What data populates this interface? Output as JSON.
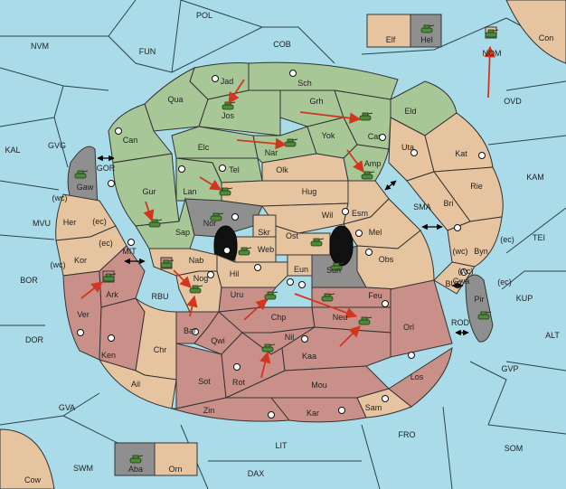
{
  "colors": {
    "sea": "#a9dbe8",
    "neutral": "#e6c49f",
    "green_power": "#a7c797",
    "red_power": "#c9908a",
    "impassable": "#8f8f8f",
    "move_arrow": "#d2361f"
  },
  "sea_labels": {
    "pol": "POL",
    "nvm": "NVM",
    "fun": "FUN",
    "cob": "COB",
    "con": "Con",
    "nom": "NOM",
    "ovd": "OVD",
    "kal": "KAL",
    "gvg": "GVG",
    "gor": "GOR",
    "kam": "KAM",
    "mvu": "MVU",
    "sma": "SMA",
    "tei": "TEI",
    "bor": "BOR",
    "mit": "MIT",
    "buc": "BUC",
    "kup": "KUP",
    "rbu": "RBU",
    "rod": "ROD",
    "dor": "DOR",
    "alt": "ALT",
    "gvp": "GVP",
    "gva": "GVA",
    "fro": "FRO",
    "som": "SOM",
    "lit": "LIT",
    "swm": "SWM",
    "dax": "DAX",
    "cow": "Cow"
  },
  "land_labels": {
    "jad": "Jad",
    "sch": "Sch",
    "qua": "Qua",
    "jos": "Jos",
    "grh": "Grh",
    "eld": "Eld",
    "can": "Can",
    "car": "Car",
    "elc": "Elc",
    "nar": "Nar",
    "yok": "Yok",
    "uta": "Uta",
    "kat": "Kat",
    "gaw": "Gaw",
    "tel": "Tel",
    "olk": "Olk",
    "amp": "Amp",
    "gur": "Gur",
    "lan": "Lan",
    "hug": "Hug",
    "rie": "Rie",
    "bri": "Bri",
    "nor": "Nor",
    "wil": "Wil",
    "esm": "Esm",
    "skr": "Skr",
    "her": "Her",
    "sap": "Sap",
    "ost": "Ost",
    "mel": "Mel",
    "web": "Web",
    "byn": "Byn",
    "kor": "Kor",
    "nab": "Nab",
    "obs": "Obs",
    "eun": "Eun",
    "hil": "Hil",
    "sun": "Sun",
    "gwa": "Gwa",
    "ark": "Ark",
    "nog": "Nog",
    "uru": "Uru",
    "feu": "Feu",
    "pir": "Pir",
    "ver": "Ver",
    "chp": "Chp",
    "neu": "Neu",
    "orl": "Orl",
    "bar": "Bar",
    "qwi": "Qwi",
    "nil": "Nil",
    "ken": "Ken",
    "chr": "Chr",
    "kaa": "Kaa",
    "ail": "Ail",
    "sot": "Sot",
    "rot": "Rot",
    "mou": "Mou",
    "los": "Los",
    "zin": "Zin",
    "kar": "Kar",
    "sam": "Sam",
    "elf": "Elf",
    "hel": "Hel",
    "aba": "Aba",
    "orn": "Orn"
  },
  "coast_labels": {
    "her_wc": "(wc)",
    "her_ec": "(ec)",
    "kor_wc": "(wc)",
    "kor_ec": "(ec)",
    "byn_wc": "(wc)",
    "byn_ec": "(ec)",
    "gwa_wc": "(wc)",
    "gwa_ec": "(ec)"
  }
}
